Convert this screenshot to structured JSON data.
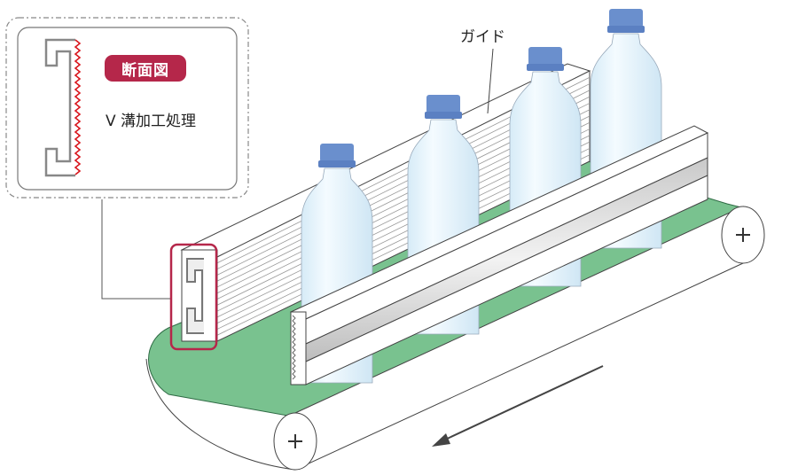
{
  "labels": {
    "guide": "ガイド",
    "cross_section": "断面図",
    "v_groove": "V 溝加工処理"
  },
  "colors": {
    "belt": "#79c28f",
    "cap": "#6a8fcd",
    "highlight": "#b5274a",
    "groove": "#d9161d"
  }
}
